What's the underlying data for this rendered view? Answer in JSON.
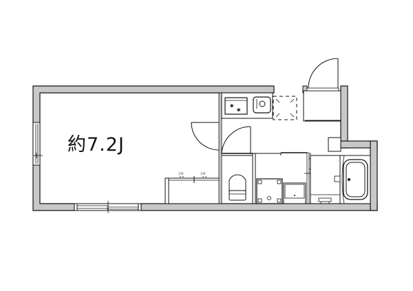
{
  "floor_plan": {
    "main_room": {
      "label": "約7.2J",
      "label_prefix": "約",
      "area_value": "7.2",
      "unit": "J"
    },
    "outlets": [
      {
        "label": "ｺﾝｾ"
      },
      {
        "label": "ｺﾝｾ"
      }
    ],
    "fixtures": [
      "stove",
      "kitchen-sink",
      "refrigerator-space",
      "toilet",
      "washing-machine-space",
      "washbasin",
      "towel-rack",
      "bathtub"
    ],
    "colors": {
      "wall_fill": "#c8c8c8",
      "line": "#111111",
      "background": "#ffffff"
    }
  }
}
